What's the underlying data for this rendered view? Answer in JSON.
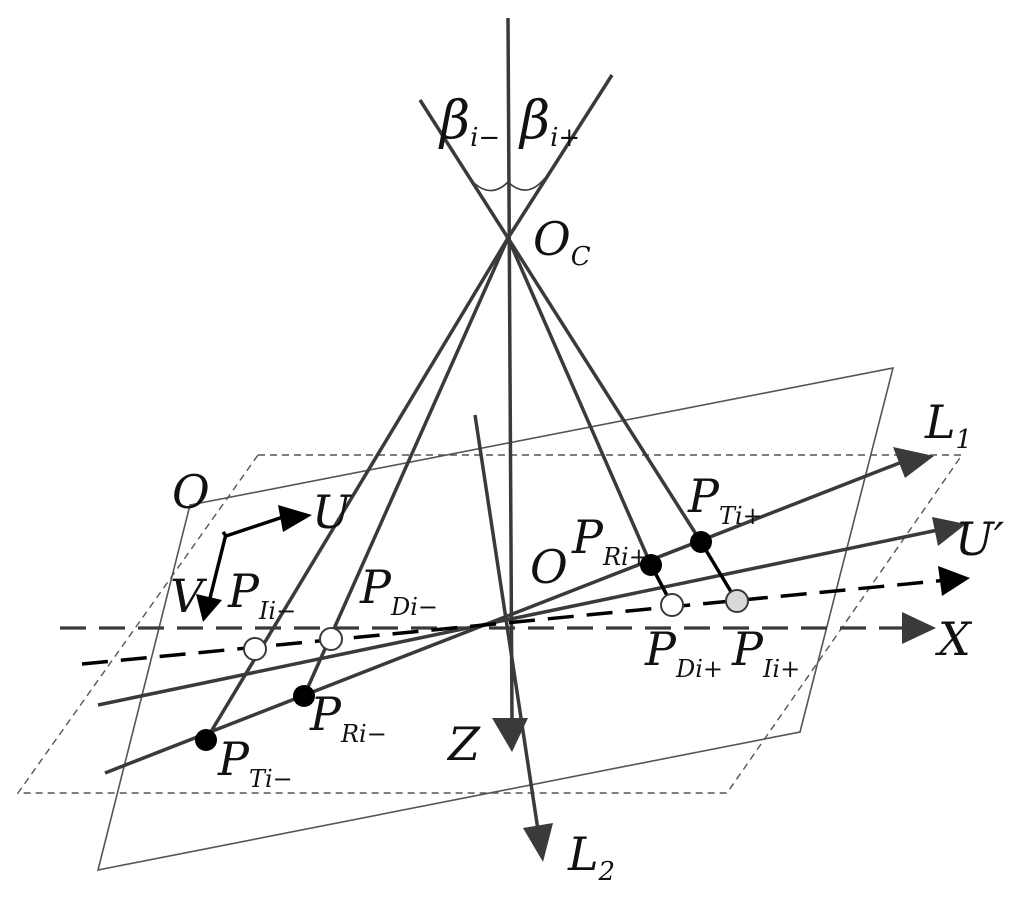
{
  "colors": {
    "line": "#3a3a3a",
    "thin": "#555555",
    "black": "#000000",
    "open_point": "#ffffff",
    "grey_point": "#d9d9d9"
  },
  "labels": {
    "beta_minus": {
      "main": "β",
      "sub": "i−"
    },
    "beta_plus": {
      "main": "β",
      "sub": "i+"
    },
    "oc": {
      "main": "O",
      "sub": "C"
    },
    "l1": {
      "main": "L",
      "sub": "1"
    },
    "l2": {
      "main": "L",
      "sub": "2"
    },
    "o_left": "O",
    "o_center": "O",
    "u": "U",
    "v": "V",
    "u_prime": "U′",
    "x": "X",
    "z": "Z",
    "p_ii_minus": {
      "main": "P",
      "sub": "Ii−"
    },
    "p_di_minus": {
      "main": "P",
      "sub": "Di−"
    },
    "p_ri_minus": {
      "main": "P",
      "sub": "Ri−"
    },
    "p_ti_minus": {
      "main": "P",
      "sub": "Ti−"
    },
    "p_ri_plus": {
      "main": "P",
      "sub": "Ri+"
    },
    "p_ti_plus": {
      "main": "P",
      "sub": "Ti+"
    },
    "p_di_plus": {
      "main": "P",
      "sub": "Di+"
    },
    "p_ii_plus": {
      "main": "P",
      "sub": "Ii+"
    }
  }
}
